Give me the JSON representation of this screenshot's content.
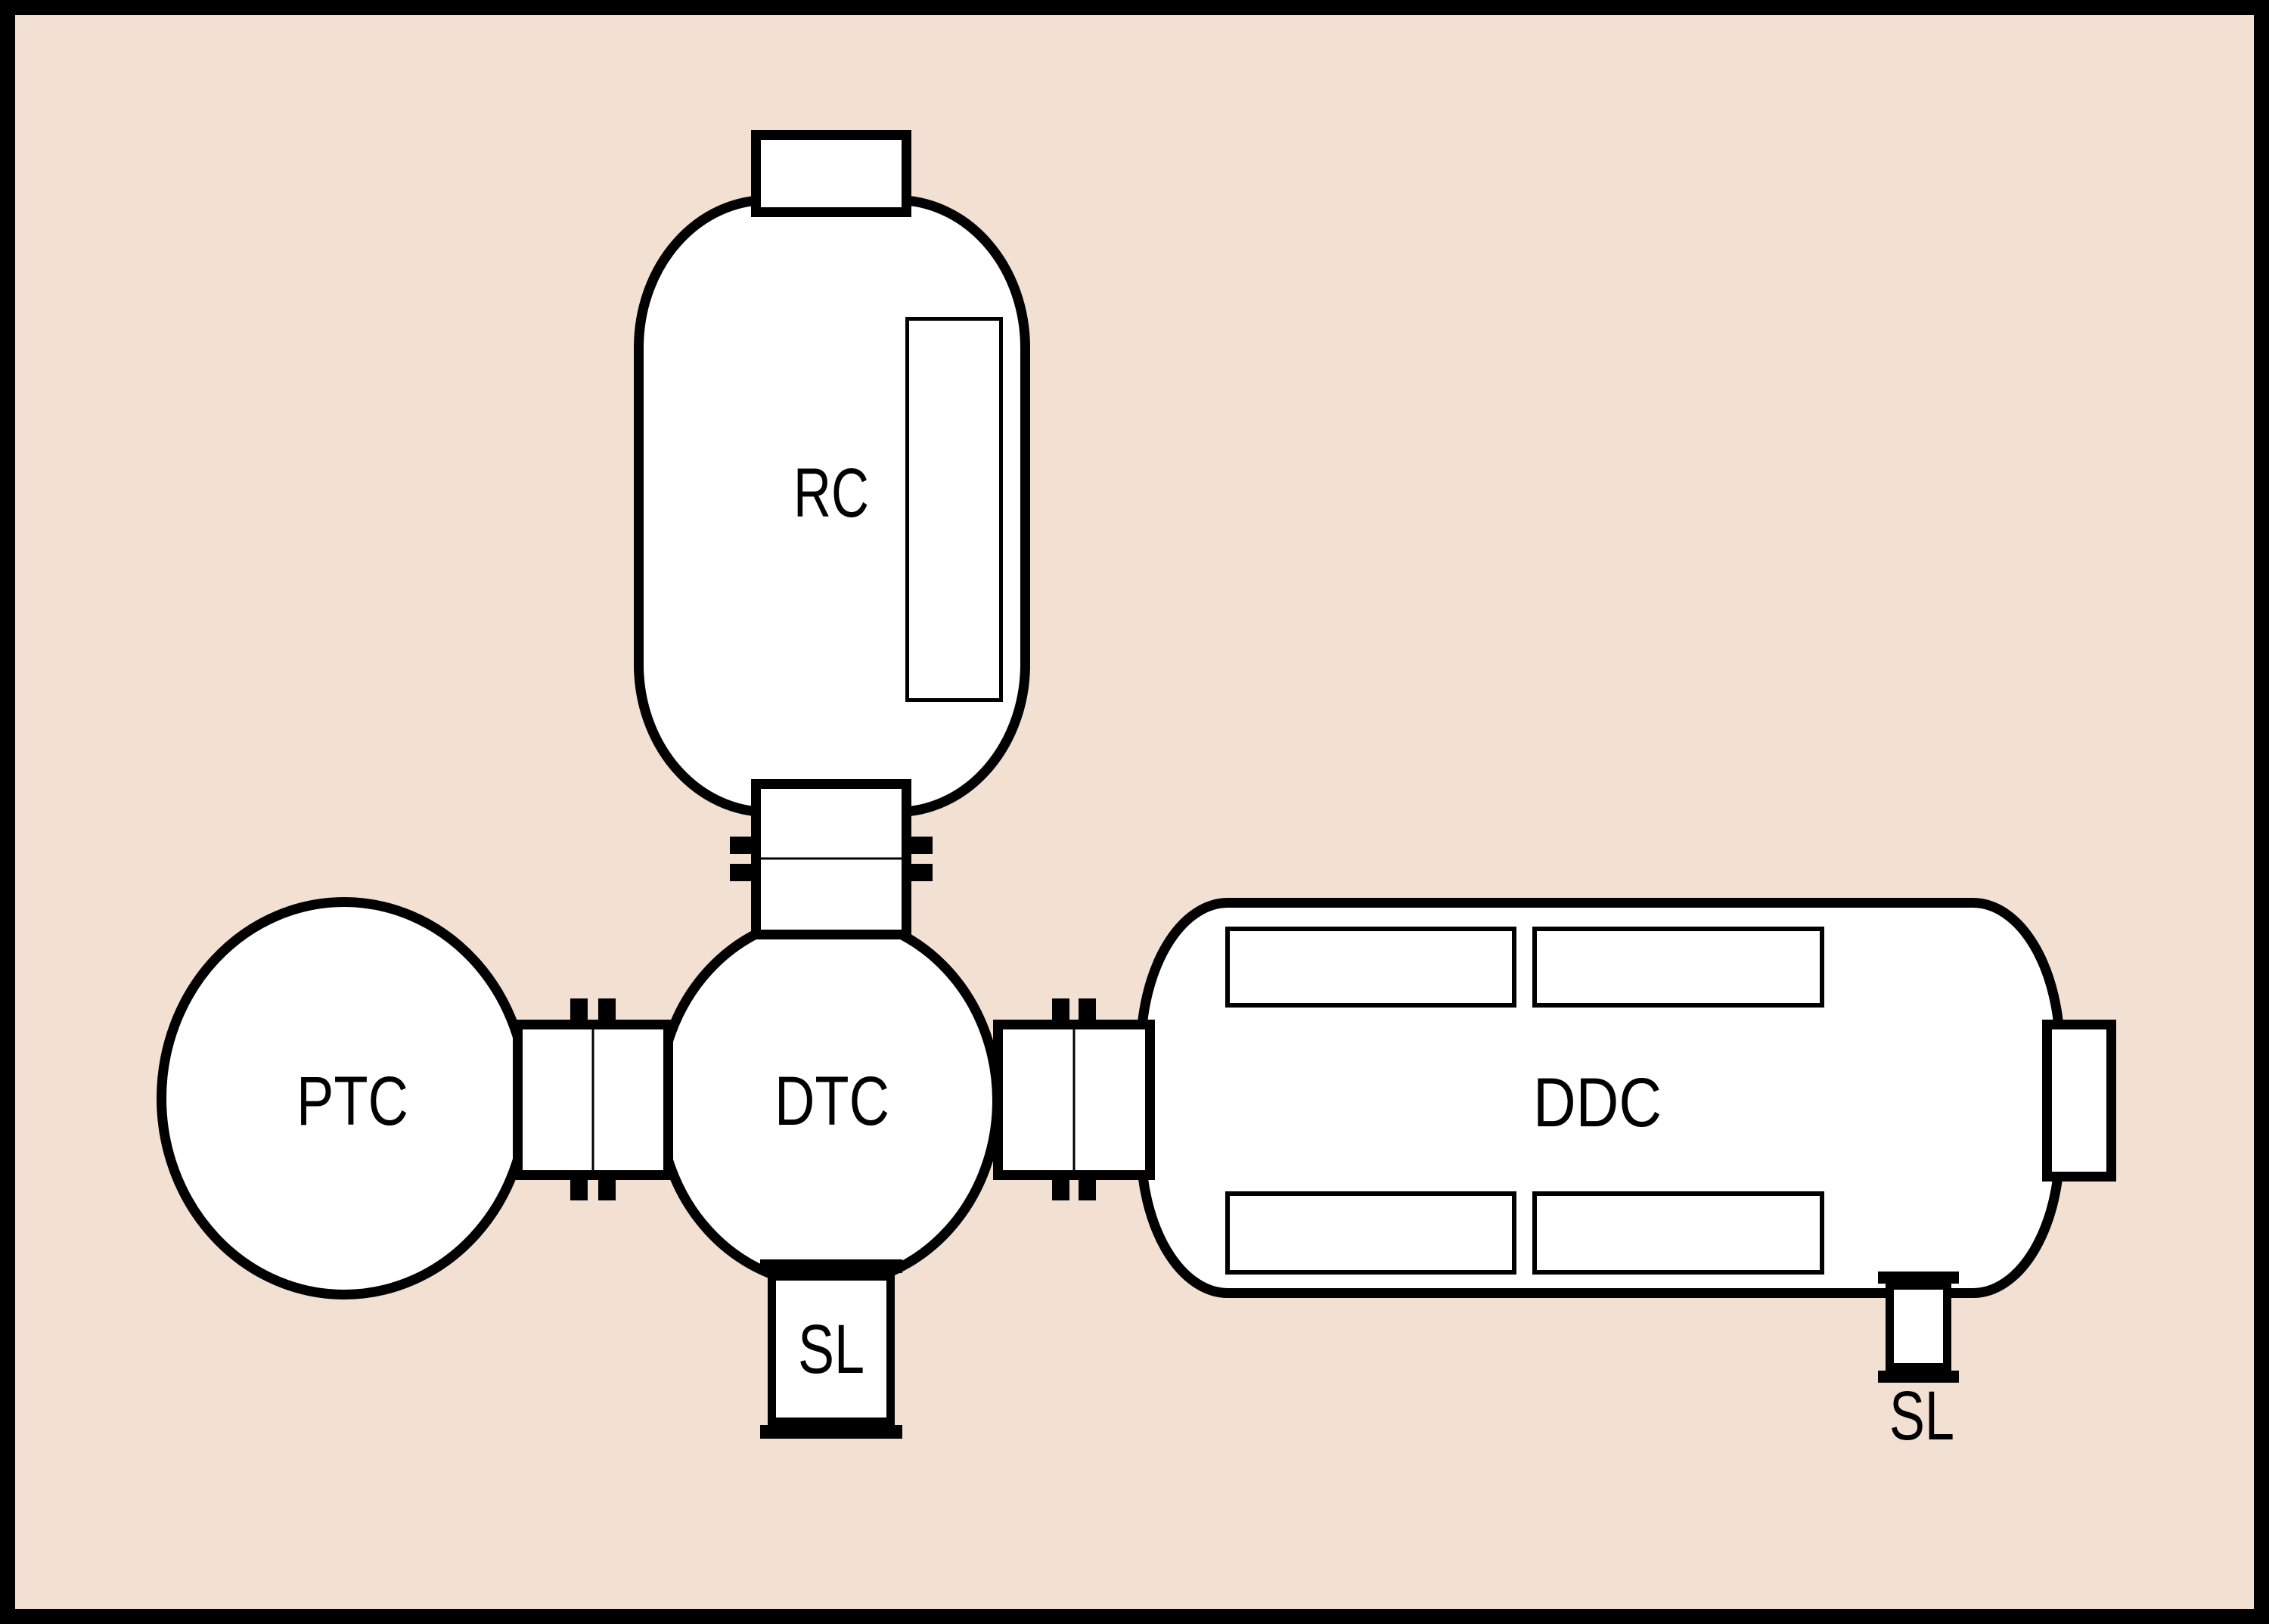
{
  "diagram": {
    "background_color": "#f2e1d2",
    "line_color": "#000000",
    "fill_color": "#ffffff",
    "modules": {
      "rc": {
        "label": "RC"
      },
      "ptc": {
        "label": "PTC"
      },
      "dtc": {
        "label": "DTC"
      },
      "ddc": {
        "label": "DDC"
      },
      "sl_dtc": {
        "label": "SL"
      },
      "sl_ddc": {
        "label": "SL"
      }
    }
  }
}
